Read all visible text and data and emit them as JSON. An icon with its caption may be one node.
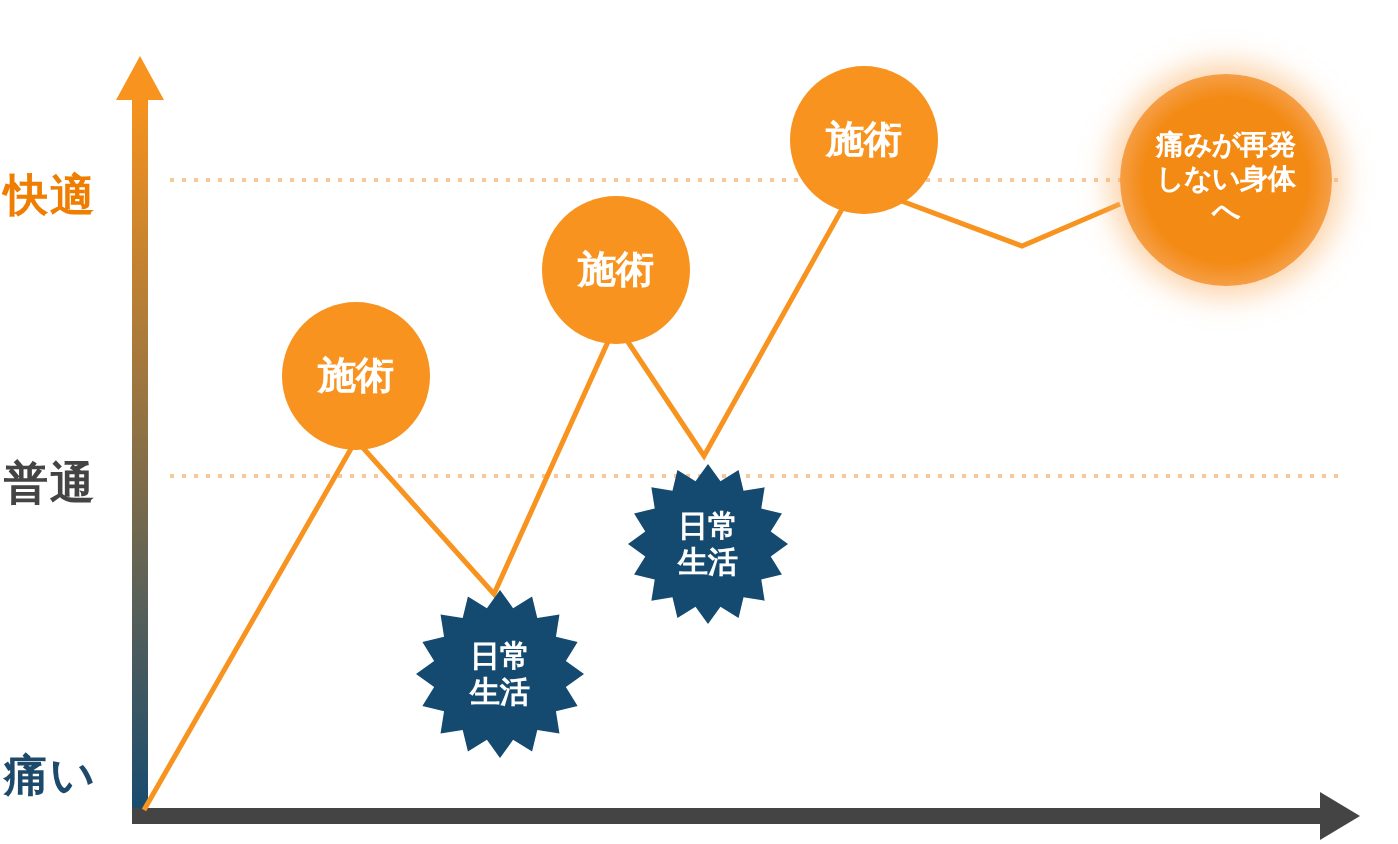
{
  "diagram": {
    "nodes": [
      {
        "text": [
          "施術"
        ]
      },
      {
        "text": [
          "日常生活"
        ]
      },
      {
        "text": [
          "施術"
        ]
      },
      {
        "text": [
          "日常生活"
        ]
      },
      {
        "text": [
          "施術"
        ]
      },
      {
        "text": [
          "痛みが再発しない身体へ"
        ]
      }
    ],
    "labels": [
      "快適",
      "普通",
      "痛い"
    ]
  }
}
